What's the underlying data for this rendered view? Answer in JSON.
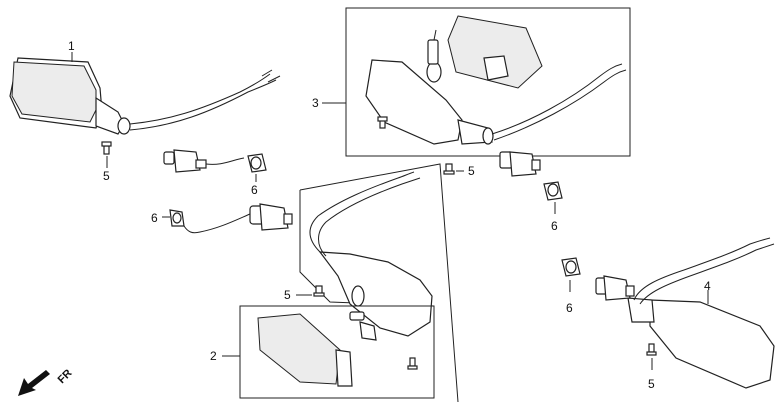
{
  "callouts": {
    "c1": "1",
    "c2": "2",
    "c3": "3",
    "c4": "4",
    "c5a": "5",
    "c5b": "5",
    "c5c": "5",
    "c5d": "5",
    "c6a": "6",
    "c6b": "6",
    "c6c": "6",
    "c6d": "6"
  },
  "direction": {
    "label": "FR",
    "icon": "arrow-down-left-icon"
  }
}
